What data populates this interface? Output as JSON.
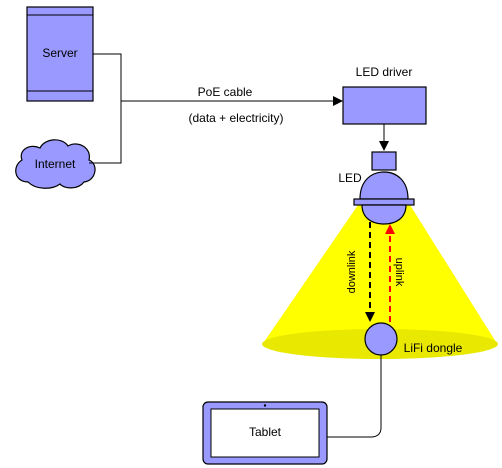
{
  "colors": {
    "node_fill": "#9999ff",
    "node_stroke": "#000000",
    "light_cone": "#ffff00",
    "light_pool": "#e8e800",
    "downlink_arrow": "#000000",
    "uplink_arrow": "#ff0000",
    "connector": "#000000"
  },
  "nodes": {
    "server": {
      "label": "Server"
    },
    "internet": {
      "label": "Internet"
    },
    "led_driver": {
      "label": "LED driver"
    },
    "led": {
      "label": "LED"
    },
    "lifi_dongle": {
      "label": "LiFi dongle"
    },
    "tablet": {
      "label": "Tablet"
    }
  },
  "links": {
    "poe_cable": {
      "label": "PoE cable",
      "sublabel": "(data + electricity)"
    },
    "downlink": {
      "label": "downlink"
    },
    "uplink": {
      "label": "uplink"
    }
  },
  "icons": [
    "server-icon",
    "cloud-icon",
    "led-lamp-icon",
    "tablet-icon",
    "dongle-icon"
  ]
}
